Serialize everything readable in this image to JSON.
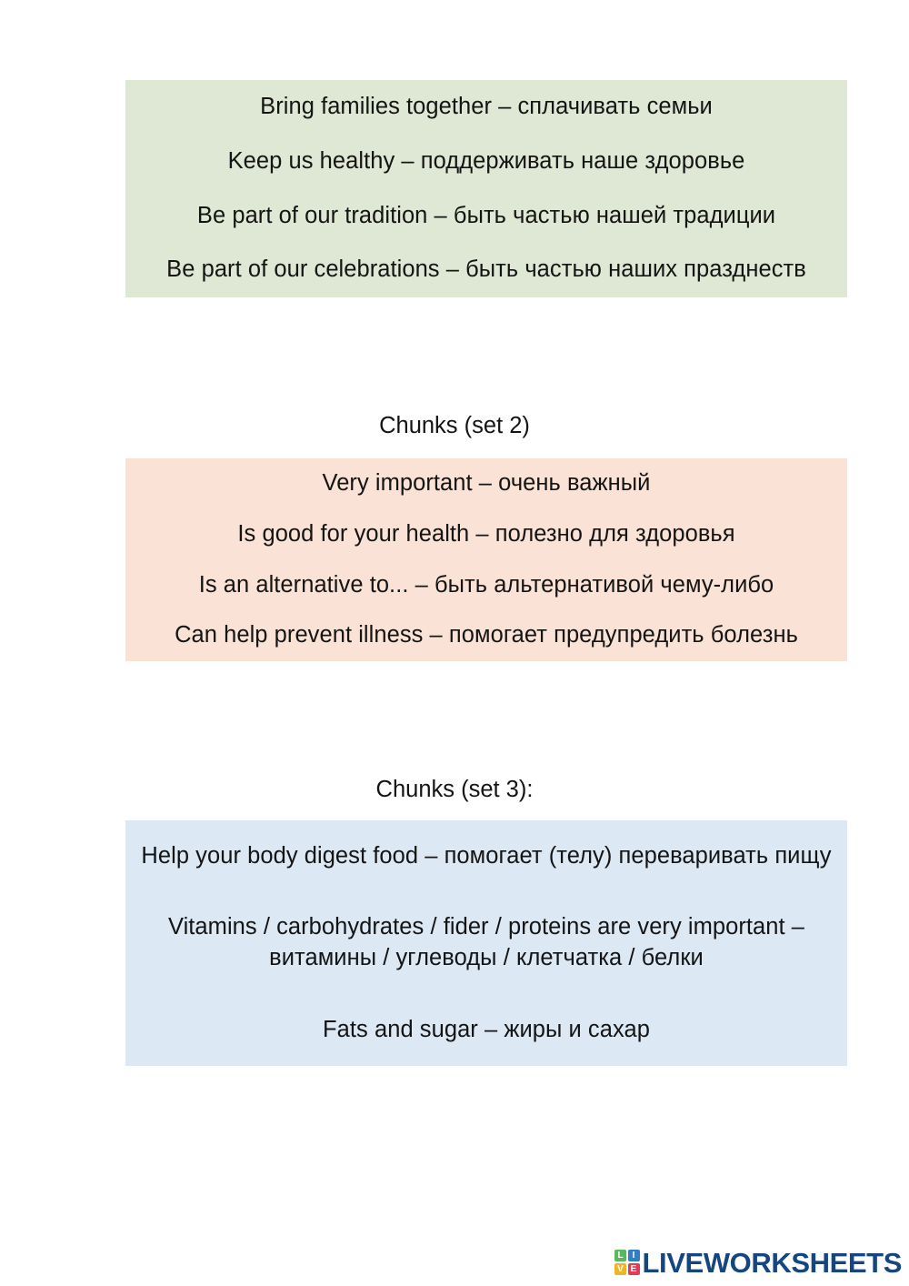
{
  "worksheet": {
    "blocks": [
      {
        "id": "set1",
        "color": "#dfe8d5",
        "lines": [
          "Bring families together – сплачивать семьи",
          "Keep us healthy – поддерживать наше здоровье",
          "Be part of our tradition – быть частью нашей традиции",
          "Be part of our celebrations – быть частью наших празднеств"
        ]
      },
      {
        "id": "set2",
        "heading": "Chunks (set 2)",
        "color": "#fae3d6",
        "lines": [
          "Very important – очень важный",
          "Is good for your health – полезно для здоровья",
          "Is an alternative to... – быть альтернативой чему-либо",
          "Can help prevent illness – помогает предупредить болезнь"
        ]
      },
      {
        "id": "set3",
        "heading": "Chunks (set 3):",
        "color": "#dce8f3",
        "lines": [
          "Help your body digest food – помогает (телу) переваривать пищу",
          "Vitamins / carbohydrates / fider / proteins are very important – витамины / углеводы / клетчатка / белки",
          "Fats and sugar – жиры и сахар"
        ]
      }
    ]
  },
  "footer": {
    "logo": {
      "tiles": [
        "L",
        "I",
        "V",
        "E"
      ],
      "wordmark": "LIVEWORKSHEETS",
      "tile_colors": [
        "#5cb85c",
        "#2f7fc4",
        "#f0b429",
        "#e23b57"
      ],
      "wordmark_color": "#17457f"
    }
  }
}
